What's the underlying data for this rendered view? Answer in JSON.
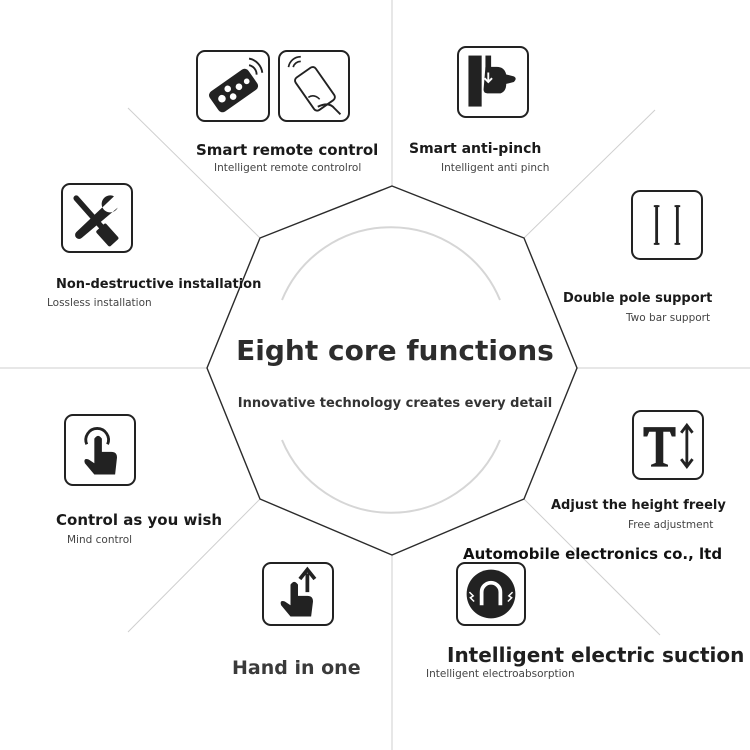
{
  "center": {
    "title": "Eight core functions",
    "subtitle": "Innovative technology creates every detail"
  },
  "company": "Automobile electronics co., ltd",
  "features": {
    "remote": {
      "title": "Smart remote control",
      "subtitle": "Intelligent remote controlrol",
      "icons": [
        "remote-control-icon",
        "phone-hand-icon"
      ]
    },
    "antipinch": {
      "title": "Smart anti-pinch",
      "subtitle": "Intelligent anti pinch",
      "icon": "hand-pinch-icon"
    },
    "install": {
      "title": "Non-destructive installation",
      "subtitle": "Lossless installation",
      "icon": "wrench-screwdriver-icon"
    },
    "pole": {
      "title": "Double pole support",
      "subtitle": "Two bar support",
      "icon": "double-pole-icon"
    },
    "control": {
      "title": "Control as you wish",
      "subtitle": "Mind control",
      "icon": "finger-touch-icon"
    },
    "height": {
      "title": "Adjust the height freely",
      "subtitle": "Free adjustment",
      "icon": "text-height-icon"
    },
    "hand": {
      "title": "Hand in one",
      "icon": "finger-up-arrow-icon"
    },
    "suction": {
      "title": "Intelligent electric suction",
      "subtitle": "Intelligent electroabsorption",
      "icon": "magnet-suction-icon"
    }
  },
  "colors": {
    "line": "#cfcfcf",
    "octagon": "#2b2b2b",
    "icon_stroke": "#222222",
    "text": "#1a1a1a"
  }
}
